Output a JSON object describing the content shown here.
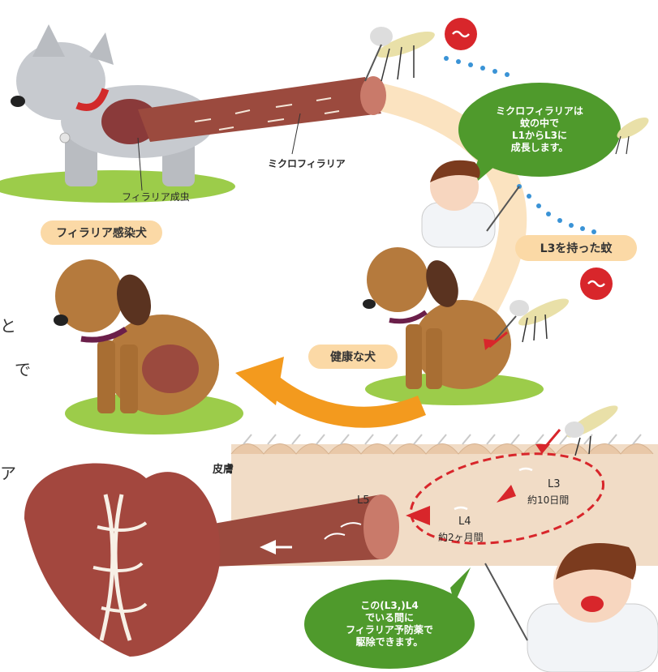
{
  "labels": {
    "adult_worm": "フィラリア成虫",
    "microfilaria": "ミクロフィラリア",
    "infected_dog": "フィラリア感染犬",
    "mosquito_l3": "L3を持った蚊",
    "healthy_dog": "健康な犬",
    "skin": "皮膚",
    "l5": "L5",
    "l3": "L3",
    "l3_period": "約10日間",
    "l4": "L4",
    "l4_period": "約2ヶ月間"
  },
  "bubble_top": [
    "ミクロフィラリアは",
    "蚊の中で",
    "L1からL3に",
    "成長します。"
  ],
  "bubble_bottom": [
    "この(L3,)L4",
    "でいる間に",
    "フィラリア予防薬で",
    "駆除できます。"
  ],
  "edge_text": [
    "と",
    "で",
    "ア"
  ],
  "colors": {
    "bubble_green": "#4f9a2c",
    "pill_orange": "#fbd9a6",
    "dotted_blue": "#3a93d6",
    "arrow_orange": "#f39a1e",
    "route_red": "#d8262b"
  }
}
